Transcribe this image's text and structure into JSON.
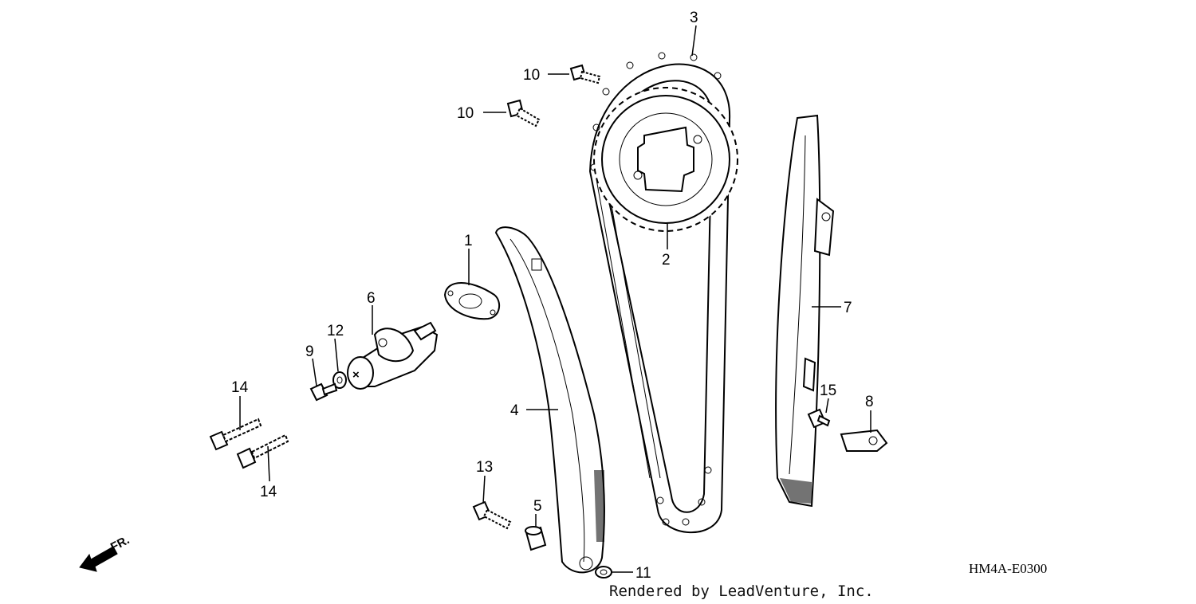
{
  "diagram": {
    "callouts": {
      "c1": "1",
      "c2": "2",
      "c3": "3",
      "c4": "4",
      "c5": "5",
      "c6": "6",
      "c7": "7",
      "c8": "8",
      "c9": "9",
      "c10a": "10",
      "c10b": "10",
      "c11": "11",
      "c12": "12",
      "c13": "13",
      "c14a": "14",
      "c14b": "14",
      "c15": "15"
    },
    "direction_label": "FR.",
    "diagram_code": "HM4A-E0300",
    "credit": "Rendered by LeadVenture, Inc."
  }
}
